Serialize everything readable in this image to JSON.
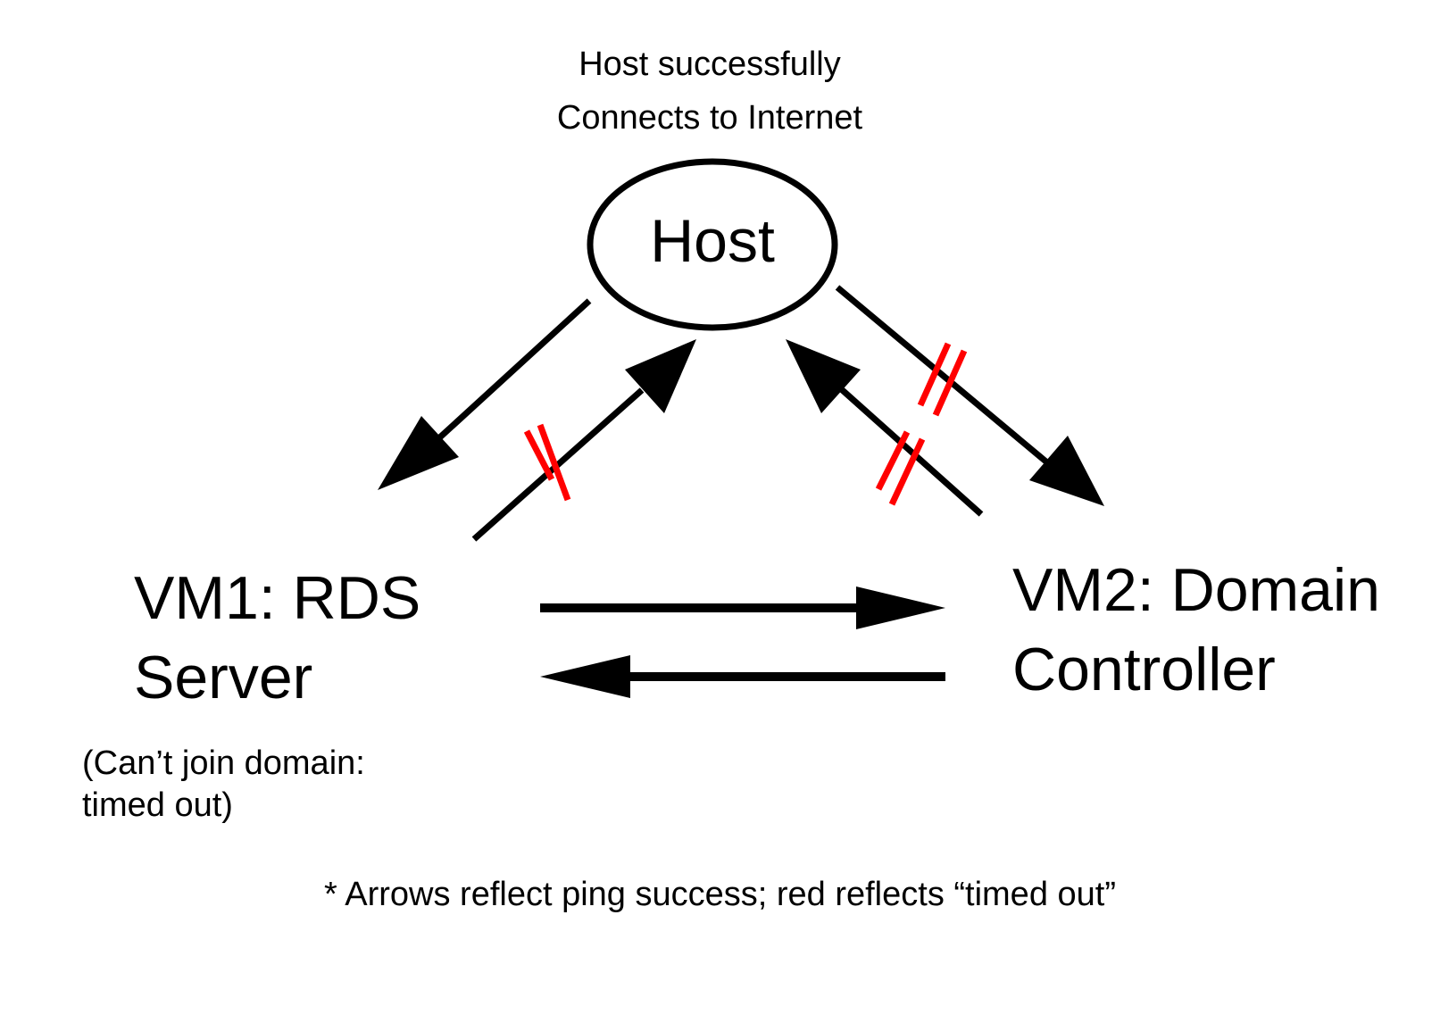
{
  "caption": {
    "line1": "Host successfully",
    "line2": "Connects to Internet"
  },
  "nodes": {
    "host": "Host",
    "vm1": {
      "line1": "VM1: RDS",
      "line2": "Server"
    },
    "vm2": {
      "line1": "VM2: Domain",
      "line2": "Controller"
    }
  },
  "vm1_note": {
    "line1": "(Can’t join domain:",
    "line2": "timed out)"
  },
  "footnote": "* Arrows reflect ping success; red reflects “timed out”",
  "edges": [
    {
      "from": "host",
      "to": "vm1",
      "timed_out": false
    },
    {
      "from": "vm1",
      "to": "host",
      "timed_out": true
    },
    {
      "from": "vm2",
      "to": "host",
      "timed_out": true
    },
    {
      "from": "host",
      "to": "vm2",
      "timed_out": true
    },
    {
      "from": "vm1",
      "to": "vm2",
      "timed_out": false
    },
    {
      "from": "vm2",
      "to": "vm1",
      "timed_out": false
    }
  ],
  "colors": {
    "arrow": "#000000",
    "timed_out_mark": "#ff0000"
  }
}
